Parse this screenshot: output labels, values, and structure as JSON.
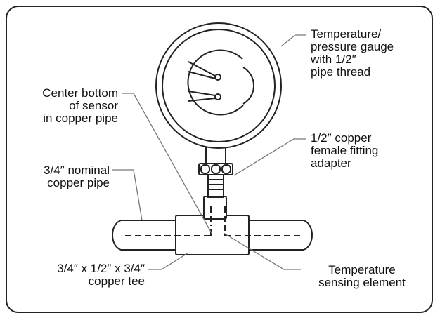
{
  "labels": {
    "gauge": [
      "Temperature/",
      "pressure gauge",
      "with 1/2″",
      "pipe thread"
    ],
    "sensor_bottom": [
      "Center bottom",
      "of sensor",
      "in copper pipe"
    ],
    "adapter": [
      "1/2″ copper",
      "female fitting",
      "adapter"
    ],
    "pipe": [
      "3/4″ nominal",
      "copper pipe"
    ],
    "tee": [
      "3/4″ x 1/2″ x 3/4″",
      "copper tee"
    ],
    "sensing_element": [
      "Temperature",
      "sensing element"
    ]
  },
  "colors": {
    "stroke": "#222222",
    "leader": "#777777",
    "fill": "#ffffff",
    "text": "#111111"
  }
}
